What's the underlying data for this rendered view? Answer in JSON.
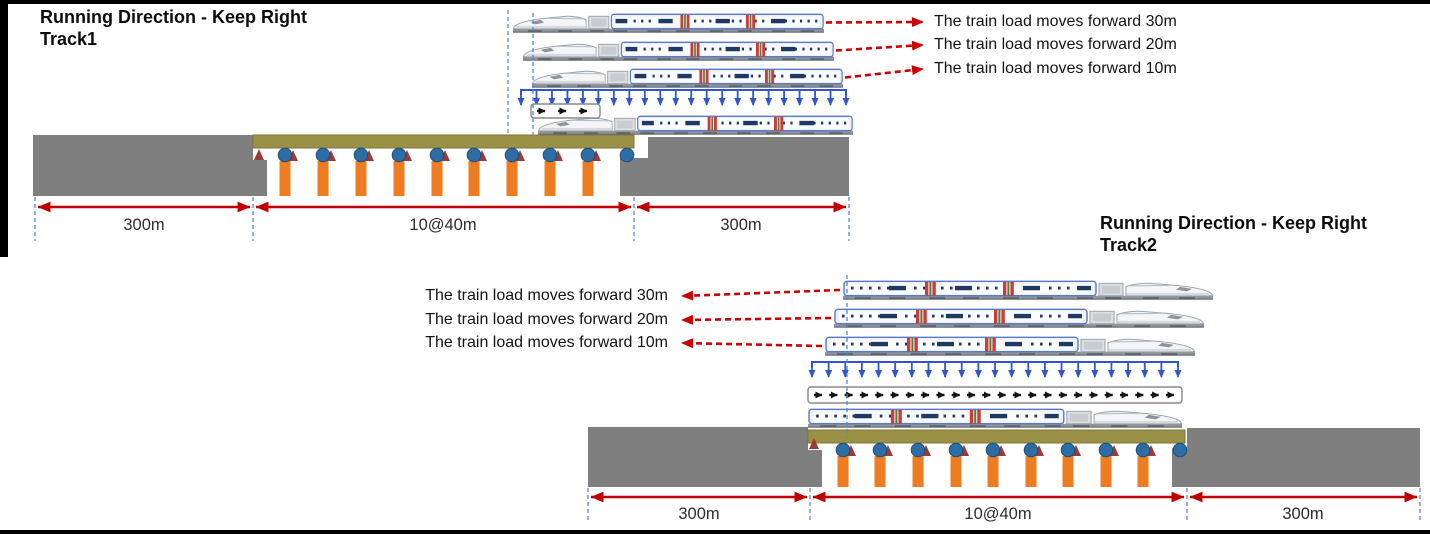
{
  "track1": {
    "title_line1": "Running Direction - Keep Right",
    "title_line2": "Track1",
    "move_labels": [
      "The train load moves forward 30m",
      "The train load moves forward 20m",
      "The train load moves forward 10m"
    ],
    "dim_left": "300m",
    "dim_mid": "10@40m",
    "dim_right": "300m"
  },
  "track2": {
    "title_line1": "Running Direction - Keep Right",
    "title_line2": "Track2",
    "move_labels": [
      "The train load moves forward 30m",
      "The train load moves forward 20m",
      "The train load moves forward 10m"
    ],
    "dim_left": "300m",
    "dim_mid": "10@40m",
    "dim_right": "300m"
  },
  "colors": {
    "embankment": "#7f7f7f",
    "deck": "#9a9146",
    "pier": "#ee7d22",
    "bearing": "#2e6da4",
    "support_triangle": "#9c3a38",
    "dimension_red": "#c00000",
    "guide_blue": "#5b86d5",
    "udl_blue": "#2f55cf",
    "leader_red": "#cc0000"
  }
}
